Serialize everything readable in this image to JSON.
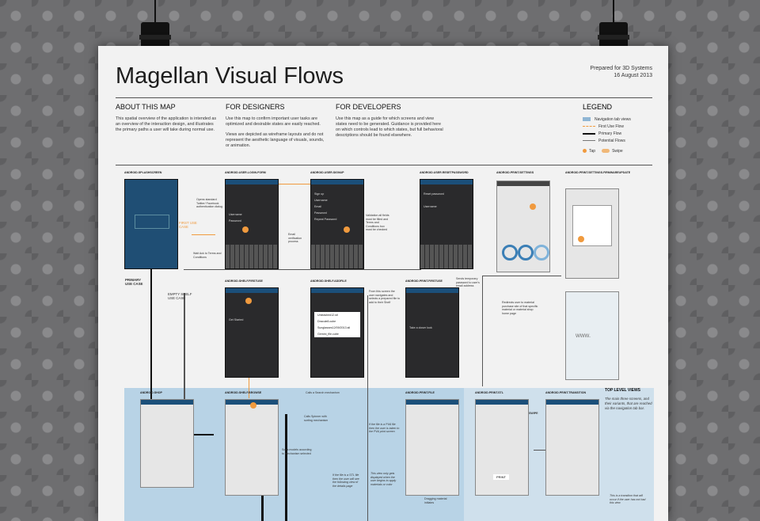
{
  "poster": {
    "title": "Magellan Visual Flows",
    "prepared_for": "Prepared for 3D Systems",
    "date": "16 August 2013"
  },
  "about": {
    "heading": "ABOUT THIS MAP",
    "body": "This spatial overview of the application is intended as an overview of the interaction design, and illustrates the primary paths a user will take during normal use."
  },
  "designers": {
    "heading": "FOR DESIGNERS",
    "body1": "Use this map to confirm important user tasks are optimized and desirable states are easily reached.",
    "body2": "Views are depicted as wireframe layouts and do not represent the aesthetic language of visuals, sounds, or animation."
  },
  "developers": {
    "heading": "FOR DEVELOPERS",
    "body": "Use this map as a guide for which screens and view states need to be generated. Guidance is provided here on which controls lead to which states, but full behavioral descriptions should be found elsewhere."
  },
  "legend": {
    "heading": "LEGEND",
    "items": [
      "Navigation tab views",
      "First Use Flow",
      "Primary Flow",
      "Potential Flows",
      "Tap",
      "Swipe"
    ],
    "colors": {
      "nav": "#8fb6d4",
      "first_use": "#f09a3e",
      "primary": "#111111",
      "potential": "#777777",
      "tap": "#f09a3e",
      "swipe": "#f0b878"
    }
  },
  "screens": {
    "splash": "ANDROID.SPLASHSCREEN",
    "login": "ANDROID.USER.LOGIN.FORM",
    "signup": "ANDROID.USER.SIGNUP",
    "forgot": "ANDROID.USER.RESETPASSWORD",
    "settings": "ANDROID.PRINT.SETTINGS",
    "firmware": "ANDROID.PRINT.SETTINGS.FIRMWAREUPDATE",
    "shelf_first": "ANDROID.SHELF.FIRSTUSE",
    "shelf_add": "ANDROID.SHELF.ADDFILE",
    "print_first": "ANDROID.PRINT.FIRSTUSE",
    "shop": "ANDROID.SHOP",
    "shelf_browse": "ANDROID.SHELF.BROWSE",
    "print_file": "ANDROID.PRINT.FILE",
    "print_stl": "ANDROID.PRINT.STL",
    "print_transition": "ANDROID.PRINT.TRANSITION"
  },
  "notes": {
    "primary_use_case": "PRIMARY USE CASE",
    "empty_shelf": "EMPTY SHELF USE CASE",
    "first_use_case": "FIRST USE CASE",
    "opens_standard": "Opens standard Twitter/ Facebook authentication dialog",
    "wait_ack": "Wait Ack to Terms and Conditions",
    "email_verification": "Email verification process",
    "validation": "Validation all fields must be filled and Terms and Conditions box must be checked",
    "send_temp": "Sends temporary password to user's email address",
    "redirect": "Redirects user to material purchase site of that specific material or material shop home page",
    "from_this_screen": "From this screen the user navigates and selects a prepared file to add to their Shelf",
    "calls_search": "Calls a Search mechanism",
    "calls_spinner": "Calls Spinner with sorting mechanism",
    "sorts_models": "Sorts models according to mechanism selected",
    "if_pva": "If the file is a PVA file then the user is taken to the PVA print screen",
    "if_stl": "If the file is a STL file then the user will see the following view of the details page",
    "this_view": "This view only gets displayed when the user begins to apply materials or color",
    "dragging": "Dragging material initiates",
    "swipe": "SWIPE",
    "transition": "This is a transition that will occur if the user has not had this view",
    "www": "www."
  },
  "list_items": [
    "Unleashed12.stl",
    "Dracule8.cube",
    "Sunglasses12/09/2013.stl",
    "Gemini_file.cube"
  ],
  "ui_labels": {
    "sign_up": "Sign up",
    "username": "Username",
    "email": "Email",
    "password": "Password",
    "repeat_password": "Repeat Password",
    "reset_password": "Reset password",
    "get_started": "Get Started",
    "take_tour": "Take a closer look",
    "print": "PRINT"
  },
  "top_level": {
    "heading": "TOP LEVEL VIEWS",
    "body": "The main three screens, and their variants, that are reached via the navigation tab bar."
  }
}
